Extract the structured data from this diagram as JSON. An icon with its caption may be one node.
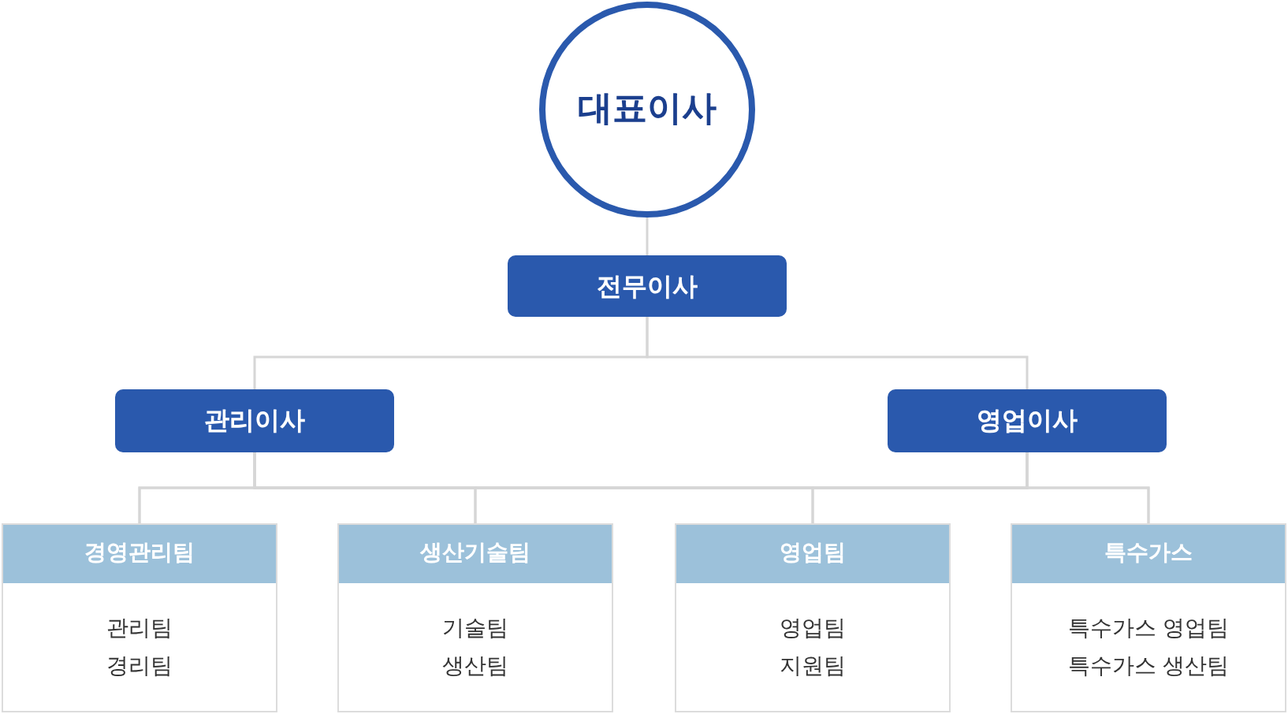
{
  "diagram": {
    "nodes": [
      {
        "text": [
          "대표이사"
        ]
      },
      {
        "text": [
          "전무이사"
        ]
      },
      {
        "text": [
          "관리이사"
        ]
      },
      {
        "text": [
          "영업이사"
        ]
      },
      {
        "text": [
          "경영관리팀",
          "관리팀",
          "경리팀"
        ]
      },
      {
        "text": [
          "생산기술팀",
          "기술팀",
          "생산팀"
        ]
      },
      {
        "text": [
          "영업팀",
          "영업팀",
          "지원팀"
        ]
      },
      {
        "text": [
          "특수가스",
          "특수가스 영업팀",
          "특수가스 생산팀"
        ]
      }
    ],
    "edges": [
      {
        "from": 0,
        "to": 1,
        "arrow": "none"
      },
      {
        "from": 1,
        "to": 2,
        "arrow": "none"
      },
      {
        "from": 1,
        "to": 3,
        "arrow": "none"
      },
      {
        "from": 2,
        "to": 4,
        "arrow": "none"
      },
      {
        "from": 2,
        "to": 5,
        "arrow": "none"
      },
      {
        "from": 2,
        "to": 6,
        "arrow": "none"
      },
      {
        "from": 2,
        "to": 7,
        "arrow": "none"
      },
      {
        "from": 3,
        "to": 4,
        "arrow": "none"
      },
      {
        "from": 3,
        "to": 5,
        "arrow": "none"
      },
      {
        "from": 3,
        "to": 6,
        "arrow": "none"
      },
      {
        "from": 3,
        "to": 7,
        "arrow": "none"
      }
    ]
  }
}
